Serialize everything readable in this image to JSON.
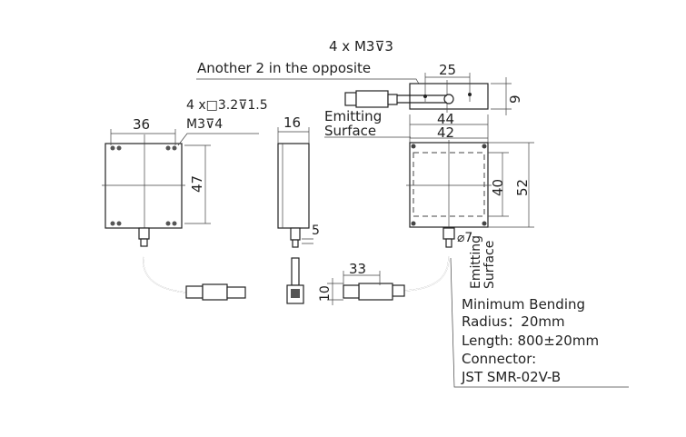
{
  "title": "Dimensional drawing",
  "labels": {
    "top_thread": "4 x M3⊽3",
    "opposite_note": "Another 2 in the opposite",
    "left_thread_1": "4 x□3.2⊽1.5",
    "left_thread_2": "M3⊽4",
    "emitting_1": "Emitting",
    "emitting_2": "Surface",
    "diameter": "⌀7"
  },
  "dimensions": {
    "width_left": "36",
    "height_left": "47",
    "depth_side": "16",
    "connector_side": "5",
    "hole_pitch": "25",
    "top_height": "9",
    "outer_width": "44",
    "inner_width": "42",
    "emit_height": "40",
    "outer_height": "52",
    "connector_length": "33",
    "connector_height": "10"
  },
  "notes": [
    "Minimum Bending",
    "Radius：20mm",
    "Length: 800±20mm",
    "Connector:",
    "JST SMR-02V-B"
  ]
}
